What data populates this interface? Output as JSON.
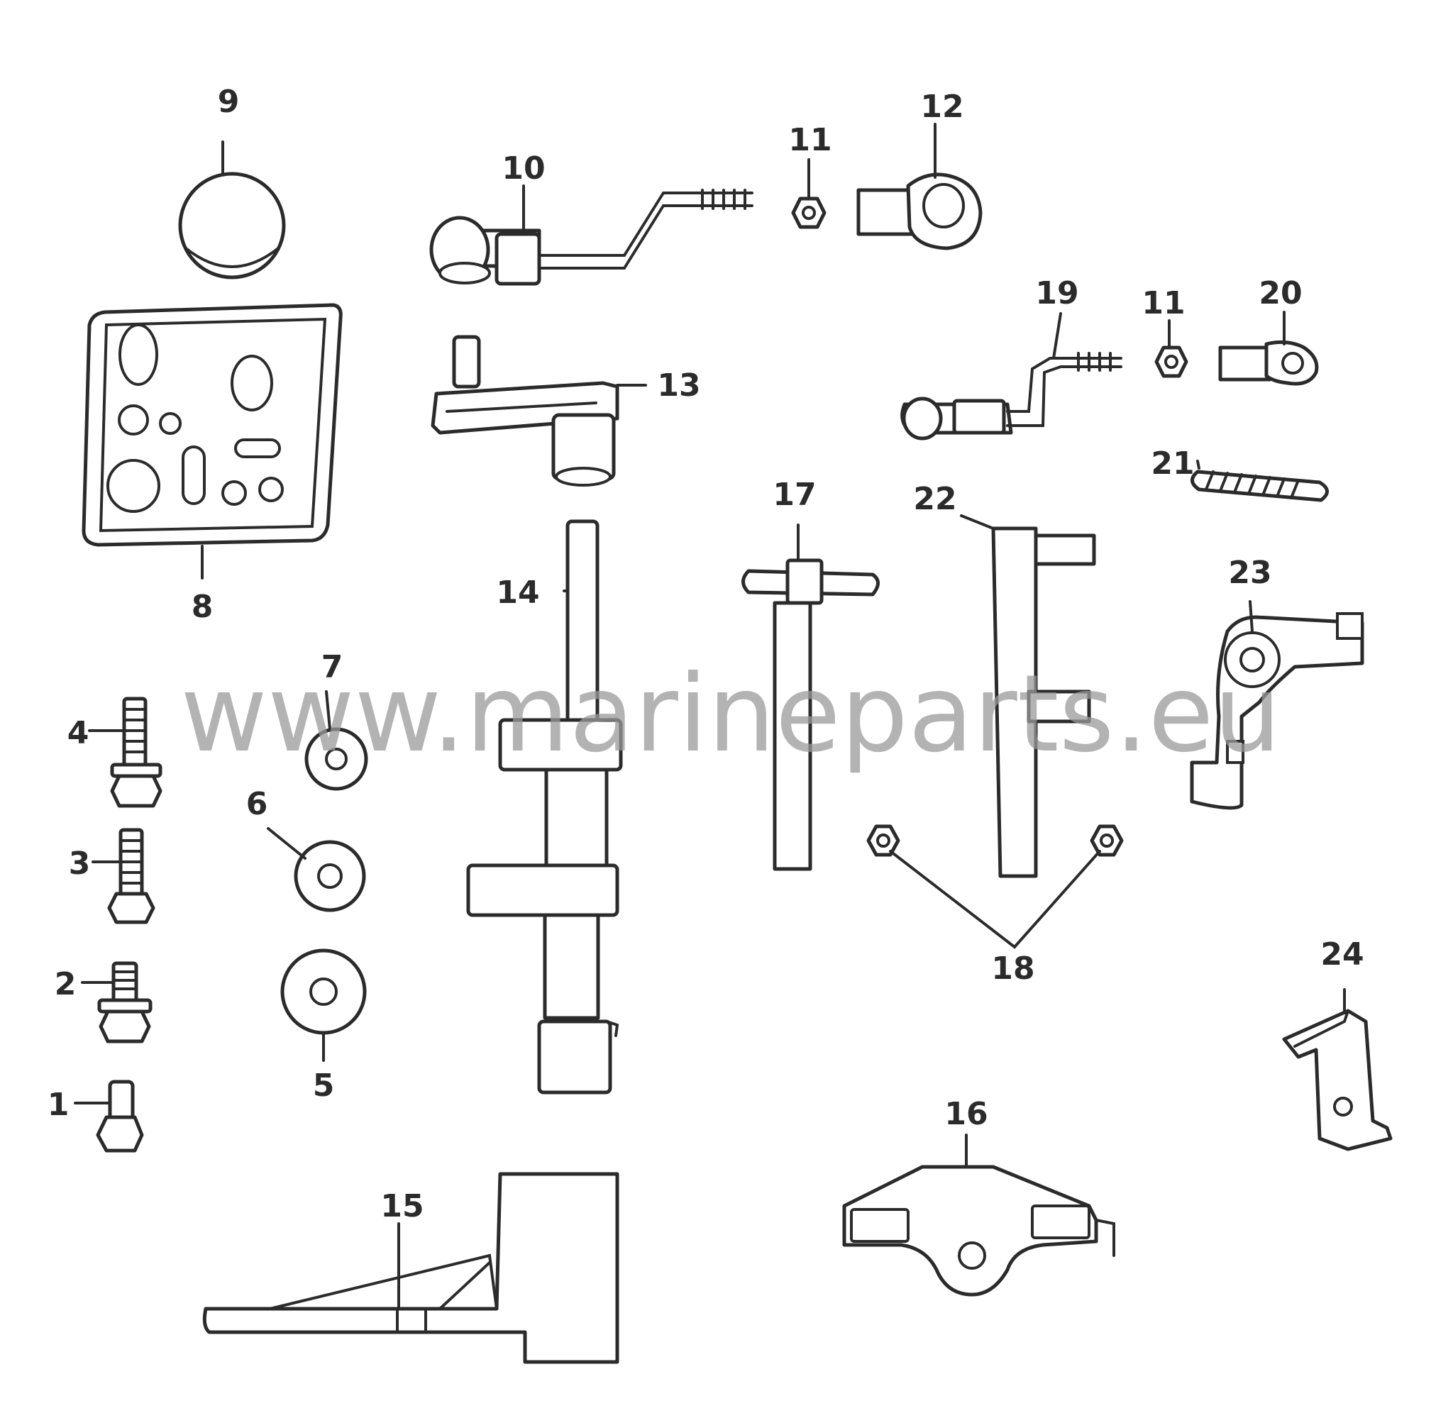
{
  "watermark": "www.marineparts.eu",
  "colors": {
    "line": "#2b2b2b",
    "background": "#ffffff",
    "watermark": "#9a9a9a"
  },
  "callouts": {
    "c1": "1",
    "c2": "2",
    "c3": "3",
    "c4": "4",
    "c5": "5",
    "c6": "6",
    "c7": "7",
    "c8": "8",
    "c9": "9",
    "c10": "10",
    "c11a": "11",
    "c11b": "11",
    "c12": "12",
    "c13": "13",
    "c14": "14",
    "c15": "15",
    "c16": "16",
    "c17": "17",
    "c18": "18",
    "c19": "19",
    "c20": "20",
    "c21": "21",
    "c22": "22",
    "c23": "23",
    "c24": "24"
  }
}
